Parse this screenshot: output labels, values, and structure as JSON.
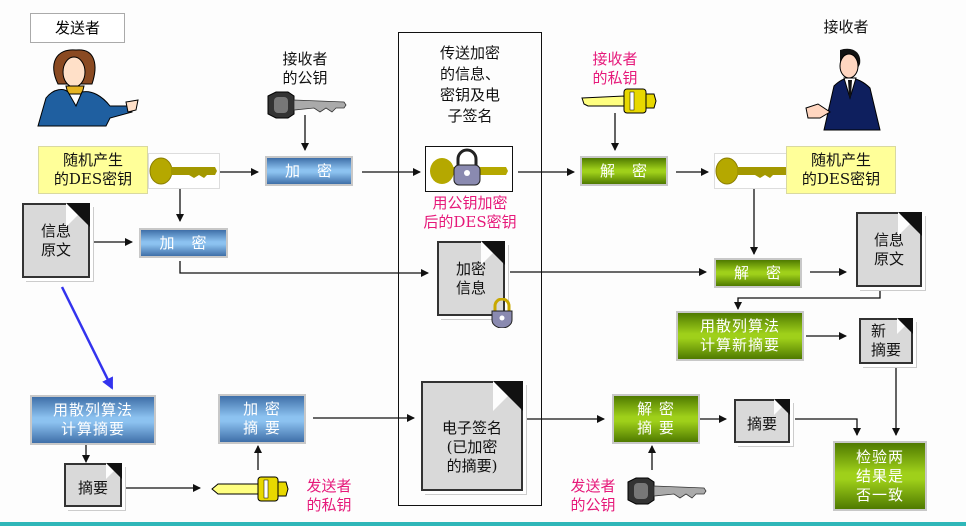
{
  "sender": {
    "title": "发送者"
  },
  "receiver": {
    "title": "接收者"
  },
  "channel": {
    "title": [
      "传送加密",
      "的信息、",
      "密钥及电",
      "子签名"
    ]
  },
  "keys": {
    "receiver_public": [
      "接收者",
      "的公钥"
    ],
    "receiver_private": [
      "接收者",
      "的私钥"
    ],
    "sender_private": [
      "发送者",
      "的私钥"
    ],
    "sender_public": [
      "发送者",
      "的公钥"
    ]
  },
  "random_des_sender": [
    "随机产生",
    "的DES密钥"
  ],
  "random_des_receiver": [
    "随机产生",
    "的DES密钥"
  ],
  "encrypted_des_label": [
    "用公钥加密",
    "后的DES密钥"
  ],
  "boxes": {
    "encrypt_key": "加　密",
    "encrypt_msg": "加　密",
    "decrypt_key": "解　密",
    "decrypt_msg": "解　密",
    "hash_sender": [
      "用散列算法",
      "计算摘要"
    ],
    "encrypt_digest": [
      "加 密",
      "摘 要"
    ],
    "decrypt_digest": [
      "解 密",
      "摘 要"
    ],
    "hash_receiver": [
      "用散列算法",
      "计算新摘要"
    ],
    "verify": [
      "检验两",
      "结果是",
      "否一致"
    ]
  },
  "docs": {
    "plaintext_sender": [
      "信息",
      "原文"
    ],
    "ciphertext": [
      "加密",
      "信息"
    ],
    "plaintext_receiver": [
      "信息",
      "原文"
    ],
    "digest_sender": "摘要",
    "signature": [
      "电子签名",
      "(已加密",
      "的摘要)"
    ],
    "digest_receiver": "摘要",
    "new_digest": [
      "新",
      "摘要"
    ]
  },
  "colors": {
    "blue_box": "#8cc2f0",
    "green_box": "#9fd01a",
    "yellow_note": "#ffff99",
    "pink_label": "#e6197a",
    "blue_arrow": "#3333ee",
    "bottom_bar": "#2fb7b9"
  }
}
